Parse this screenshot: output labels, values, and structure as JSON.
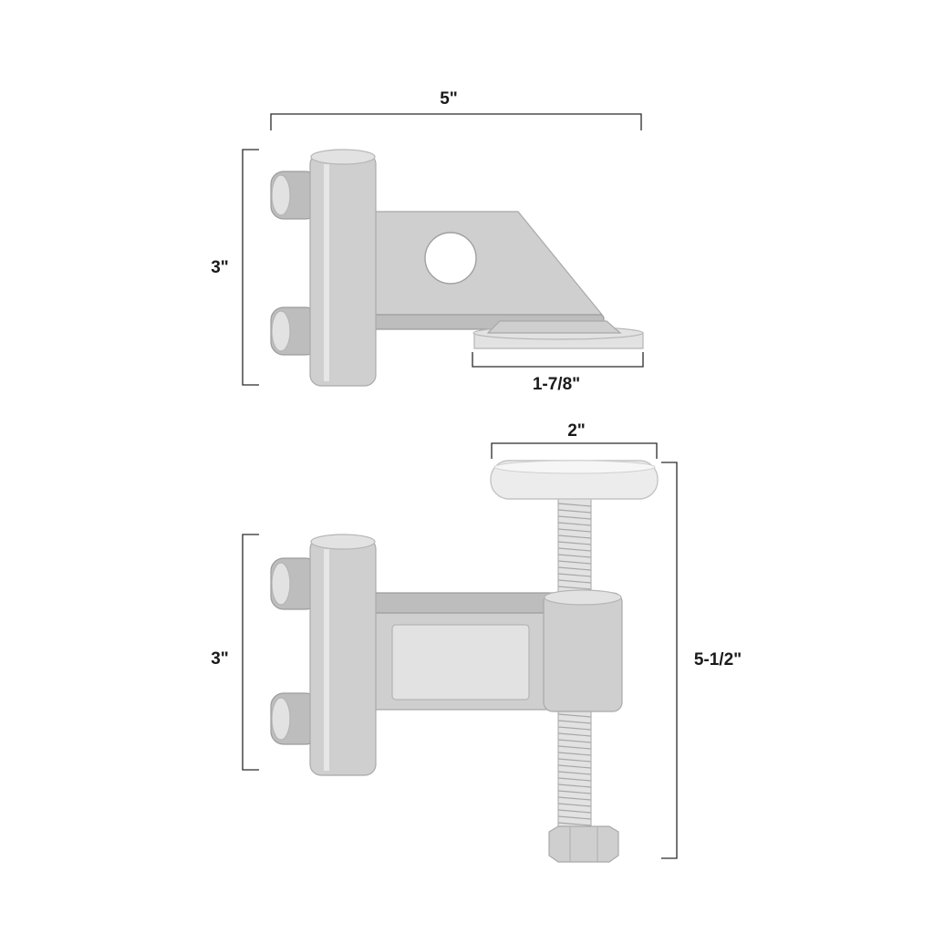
{
  "dimensions": {
    "top_width": "5\"",
    "top_height": "3\"",
    "top_flange": "1-7/8\"",
    "bottom_pad": "2\"",
    "bottom_height": "3\"",
    "bottom_total": "5-1/2\""
  },
  "colors": {
    "metal": "#cfcfcf",
    "dimension_lines": "#2a2a2a",
    "background": "#ffffff"
  }
}
